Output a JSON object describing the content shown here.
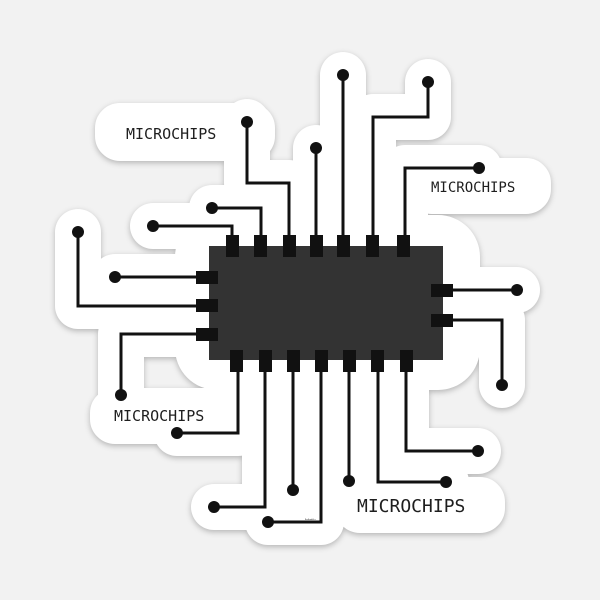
{
  "sticker": {
    "labels": [
      "MICROCHIPS",
      "MICROCHIPS",
      "MICROCHIPS",
      "MICROCHIPS"
    ],
    "signature": "Redbubble"
  },
  "colors": {
    "background": "#f2f2f2",
    "sticker_border": "#ffffff",
    "chip_body": "#333333",
    "trace": "#111111"
  },
  "icons": [
    "microchip-icon",
    "circuit-trace-icon"
  ]
}
